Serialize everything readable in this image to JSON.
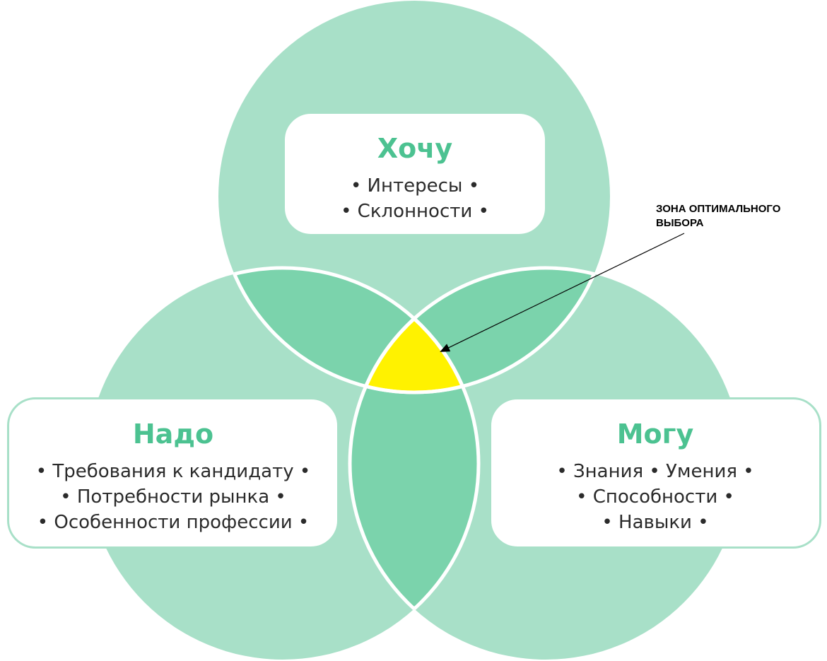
{
  "colors": {
    "circle_fill": "#a8e0c8",
    "overlap_fill": "#7bd3ac",
    "optimal_zone": "#fff200",
    "title_green": "#4cc291",
    "text_dark": "#2b2b2b",
    "border": "#ffffff"
  },
  "circles": {
    "top": {
      "title": "Хочу",
      "items": [
        "• Интересы •",
        "• Склонности •"
      ]
    },
    "left": {
      "title": "Надо",
      "items": [
        "• Требования к кандидату •",
        "• Потребности рынка •",
        "• Особенности профессии •"
      ]
    },
    "right": {
      "title": "Могу",
      "items": [
        "• Знания • Умения •",
        "• Способности •",
        "• Навыки •"
      ]
    }
  },
  "callout": {
    "line1": "ЗОНА ОПТИМАЛЬНОГО",
    "line2": "ВЫБОРА"
  }
}
